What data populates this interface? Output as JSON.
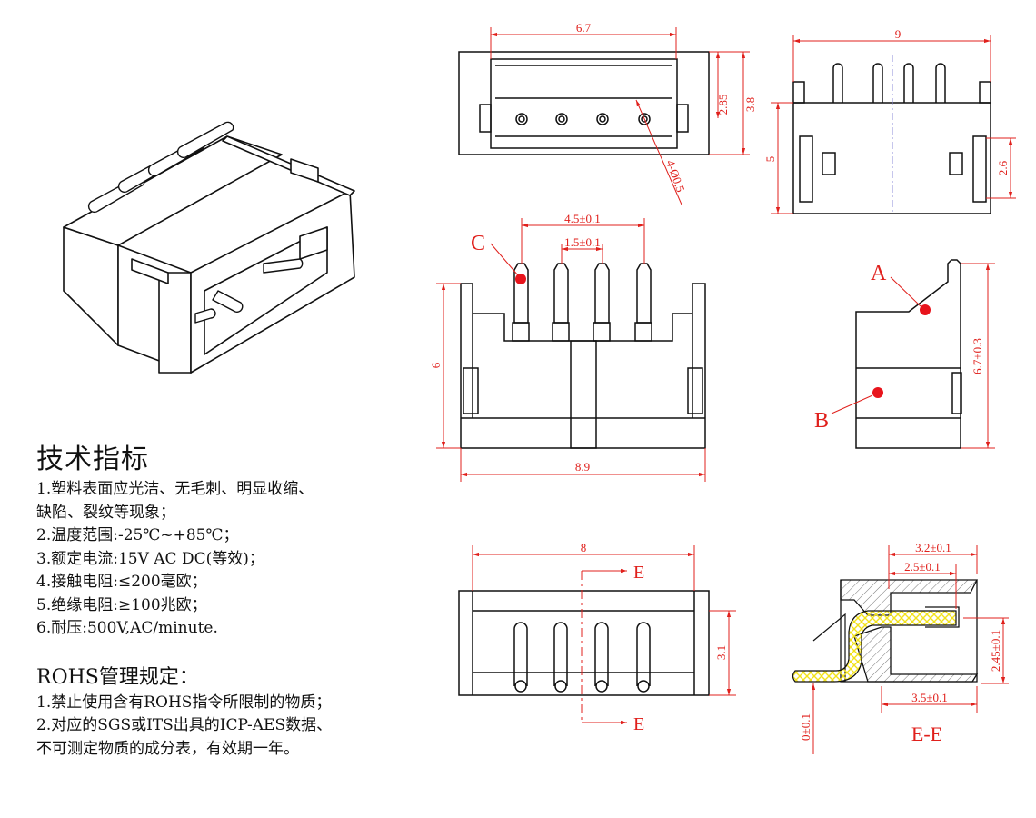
{
  "specs": {
    "title": "技术指标",
    "items": [
      "1.塑料表面应光洁、无毛刺、明显收缩、",
      "缺陷、裂纹等现象；",
      "2.温度范围:-25℃~+85℃；",
      "3.额定电流:15V AC DC(等效)；",
      "4.接触电阻:≤200毫欧；",
      "5.绝缘电阻:≥100兆欧；",
      "6.耐压:500V,AC/minute."
    ]
  },
  "rohs": {
    "title": "ROHS管理规定：",
    "items": [
      "1.禁止使用含有ROHS指令所限制的物质；",
      "2.对应的SGS或ITS出具的ICP-AES数据、",
      "不可测定物质的成分表，有效期一年。"
    ]
  },
  "top_view": {
    "width": "6.7",
    "depth1": "2.85",
    "depth2": "3.8",
    "hole": "4-Ø0.5"
  },
  "side_view": {
    "width": "9",
    "height": "5",
    "latch": "2.6"
  },
  "front_view": {
    "span": "4.5±0.1",
    "pitch": "1.5±0.1",
    "height": "6",
    "width": "8.9",
    "label_c": "C"
  },
  "right_view": {
    "label_a": "A",
    "label_b": "B",
    "height": "6.7±0.3"
  },
  "bottom_view": {
    "width": "8",
    "depth": "3.1",
    "cut_top": "E",
    "cut_bottom": "E"
  },
  "section": {
    "d1": "3.2±0.1",
    "d2": "2.5±0.1",
    "d3": "3.5±0.1",
    "h1": "2.45±0.1",
    "h0": "0±0.1",
    "title": "E-E"
  },
  "colors": {
    "dimension": "#e0201c",
    "outline": "#111111",
    "marker": "#e8141c",
    "pin_hatch": "#f2e21a"
  }
}
